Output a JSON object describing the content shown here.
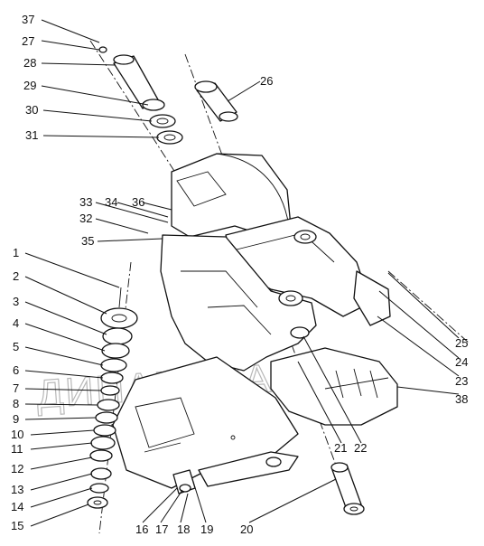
{
  "watermark": "ДИНАМИКА76",
  "labels": {
    "l37": "37",
    "l27": "27",
    "l28": "28",
    "l29": "29",
    "l30": "30",
    "l31": "31",
    "l26": "26",
    "l33": "33",
    "l34": "34",
    "l36": "36",
    "l32": "32",
    "l35": "35",
    "l1": "1",
    "l2": "2",
    "l3": "3",
    "l4": "4",
    "l5": "5",
    "l6": "6",
    "l7": "7",
    "l8": "8",
    "l9": "9",
    "l10": "10",
    "l11": "11",
    "l12": "12",
    "l13": "13",
    "l14": "14",
    "l15": "15",
    "l16": "16",
    "l17": "17",
    "l18": "18",
    "l19": "19",
    "l20": "20",
    "l21": "21",
    "l22": "22",
    "l23": "23",
    "l24": "24",
    "l25": "25",
    "l38": "38"
  }
}
